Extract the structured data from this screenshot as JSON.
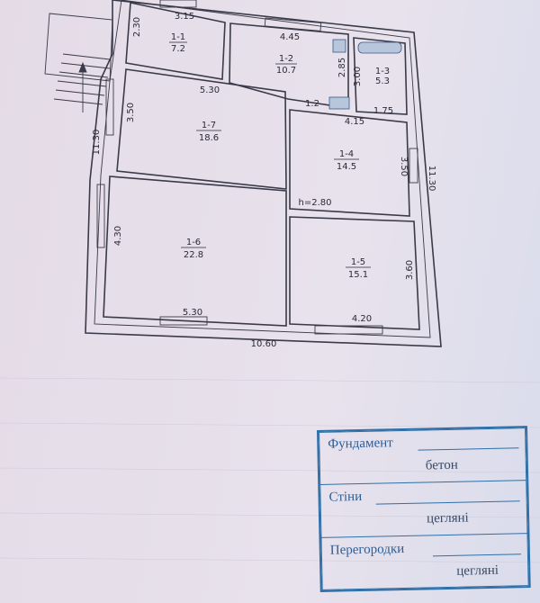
{
  "plan": {
    "rooms": [
      {
        "id": "1-1",
        "area": "7.2"
      },
      {
        "id": "1-2",
        "area": "10.7"
      },
      {
        "id": "1-3",
        "area": "5.3"
      },
      {
        "id": "1-7",
        "area": "18.6"
      },
      {
        "id": "1-4",
        "area": "14.5"
      },
      {
        "id": "1-6",
        "area": "22.8"
      },
      {
        "id": "1-5",
        "area": "15.1"
      }
    ],
    "dimensions": {
      "d_3_15": "3.15",
      "d_2_30": "2.30",
      "d_4_45": "4.45",
      "d_2_85": "2.85",
      "d_3_00": "3.00",
      "d_5_30_top": "5.30",
      "d_1_75": "1.75",
      "d_4_15": "4.15",
      "d_3_50_left": "3.50",
      "d_3_50_right": "3.50",
      "d_11_30_left": "11.30",
      "d_11_30_right": "11.30",
      "height": "h=2.80",
      "d_4_30": "4.30",
      "d_3_60": "3.60",
      "d_5_30_bottom": "5.30",
      "d_4_20": "4.20",
      "d_10_60": "10.60",
      "d_1_2": "1.2"
    }
  },
  "stamp": {
    "foundation_label": "Фундамент",
    "foundation_value": "бетон",
    "walls_label": "Стіни",
    "walls_value": "цегляні",
    "partitions_label": "Перегородки",
    "partitions_value": "цегляні"
  }
}
